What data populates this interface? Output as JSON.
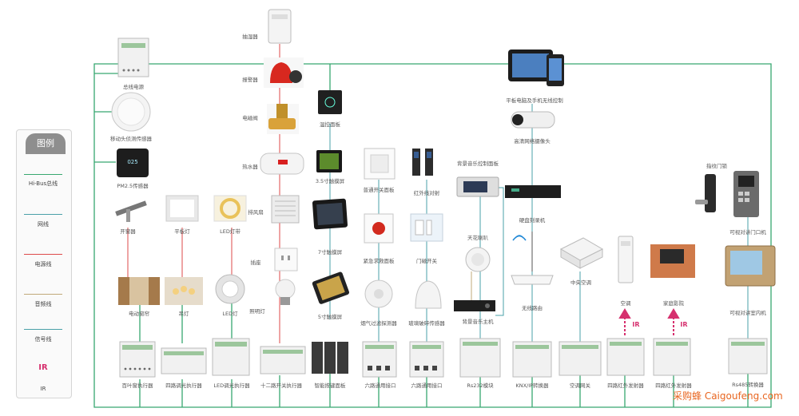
{
  "colors": {
    "bus": "#37a870",
    "power": "#dd4a4a",
    "audio": "#c0a87a",
    "signal": "#4aa0a8",
    "ir": "#d6306e"
  },
  "legend": {
    "title": "图例",
    "items": [
      "Hi-Bus总线",
      "网线",
      "电源线",
      "音频线",
      "信号线"
    ],
    "ir_icon": "IR",
    "ir_label": "IR"
  },
  "col1": {
    "bus_power": "总线电源",
    "motion": "移动头侦测传感器",
    "pm25": "PM2.5传感器",
    "pm25_readout": "025"
  },
  "col2": {
    "device": "开窗器",
    "ctrl_device": "电动窗帘",
    "actuator": "百叶窗执行器"
  },
  "col3": {
    "device": "平板灯",
    "ctrl_device": "吊灯",
    "actuator": "四路调光执行器"
  },
  "col4": {
    "device": "LED灯带",
    "ctrl_device": "LED灯",
    "actuator": "LED调光执行器"
  },
  "col5": {
    "items": [
      "抽湿器",
      "报警器",
      "电磁阀",
      "热水器",
      "排风扇",
      "插座",
      "照明灯"
    ],
    "actuator": "十二路开关执行器"
  },
  "col6": {
    "panels": [
      "温控面板",
      "3.5寸触摸屏",
      "7寸触摸屏",
      "5寸触摸屏"
    ],
    "bottom": "智能按键面板"
  },
  "col7": {
    "items": [
      "普通开关面板",
      "紧急求救面板",
      "烟气过滤探测器"
    ],
    "bottom": "六路通用接口"
  },
  "col8": {
    "items": [
      "红外线对射",
      "门磁开关",
      "玻璃破碎传感器"
    ],
    "bottom": "六路通用接口"
  },
  "col9": {
    "items": [
      "背景音乐控制面板",
      "天花喇叭",
      "背景音乐主机"
    ],
    "bottom": "Rs232模块"
  },
  "col10": {
    "items": [
      "平板电脑及手机无线控制",
      "高清网络摄像头",
      "硬盘刻录机",
      "无线路由"
    ],
    "bottom": "KNX/IP转换器"
  },
  "col11": {
    "items": [
      "中央空调"
    ],
    "bottom": "空调网关"
  },
  "col12": {
    "items": [
      "空调"
    ],
    "ir": "IR",
    "bottom": "四路红外发射器"
  },
  "col13": {
    "items": [
      "家庭影院"
    ],
    "ir": "IR",
    "bottom": "四路红外发射器"
  },
  "col14": {
    "items": [
      "指纹门锁",
      "可视对讲门口机",
      "可视对讲室内机"
    ],
    "bottom": "Rs485转换器"
  },
  "watermark": "采购蜂 Caigoufeng.com"
}
